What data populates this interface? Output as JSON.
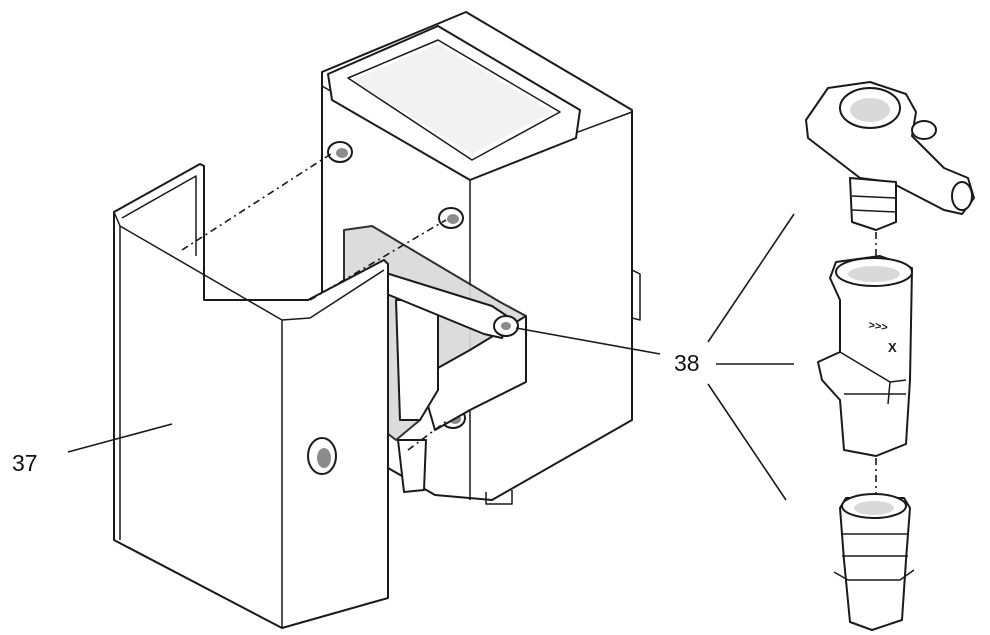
{
  "callouts": {
    "cover": "37",
    "valve_assembly": "38"
  },
  "valve_marks": {
    "arrows": ">>>",
    "cross": "X"
  }
}
